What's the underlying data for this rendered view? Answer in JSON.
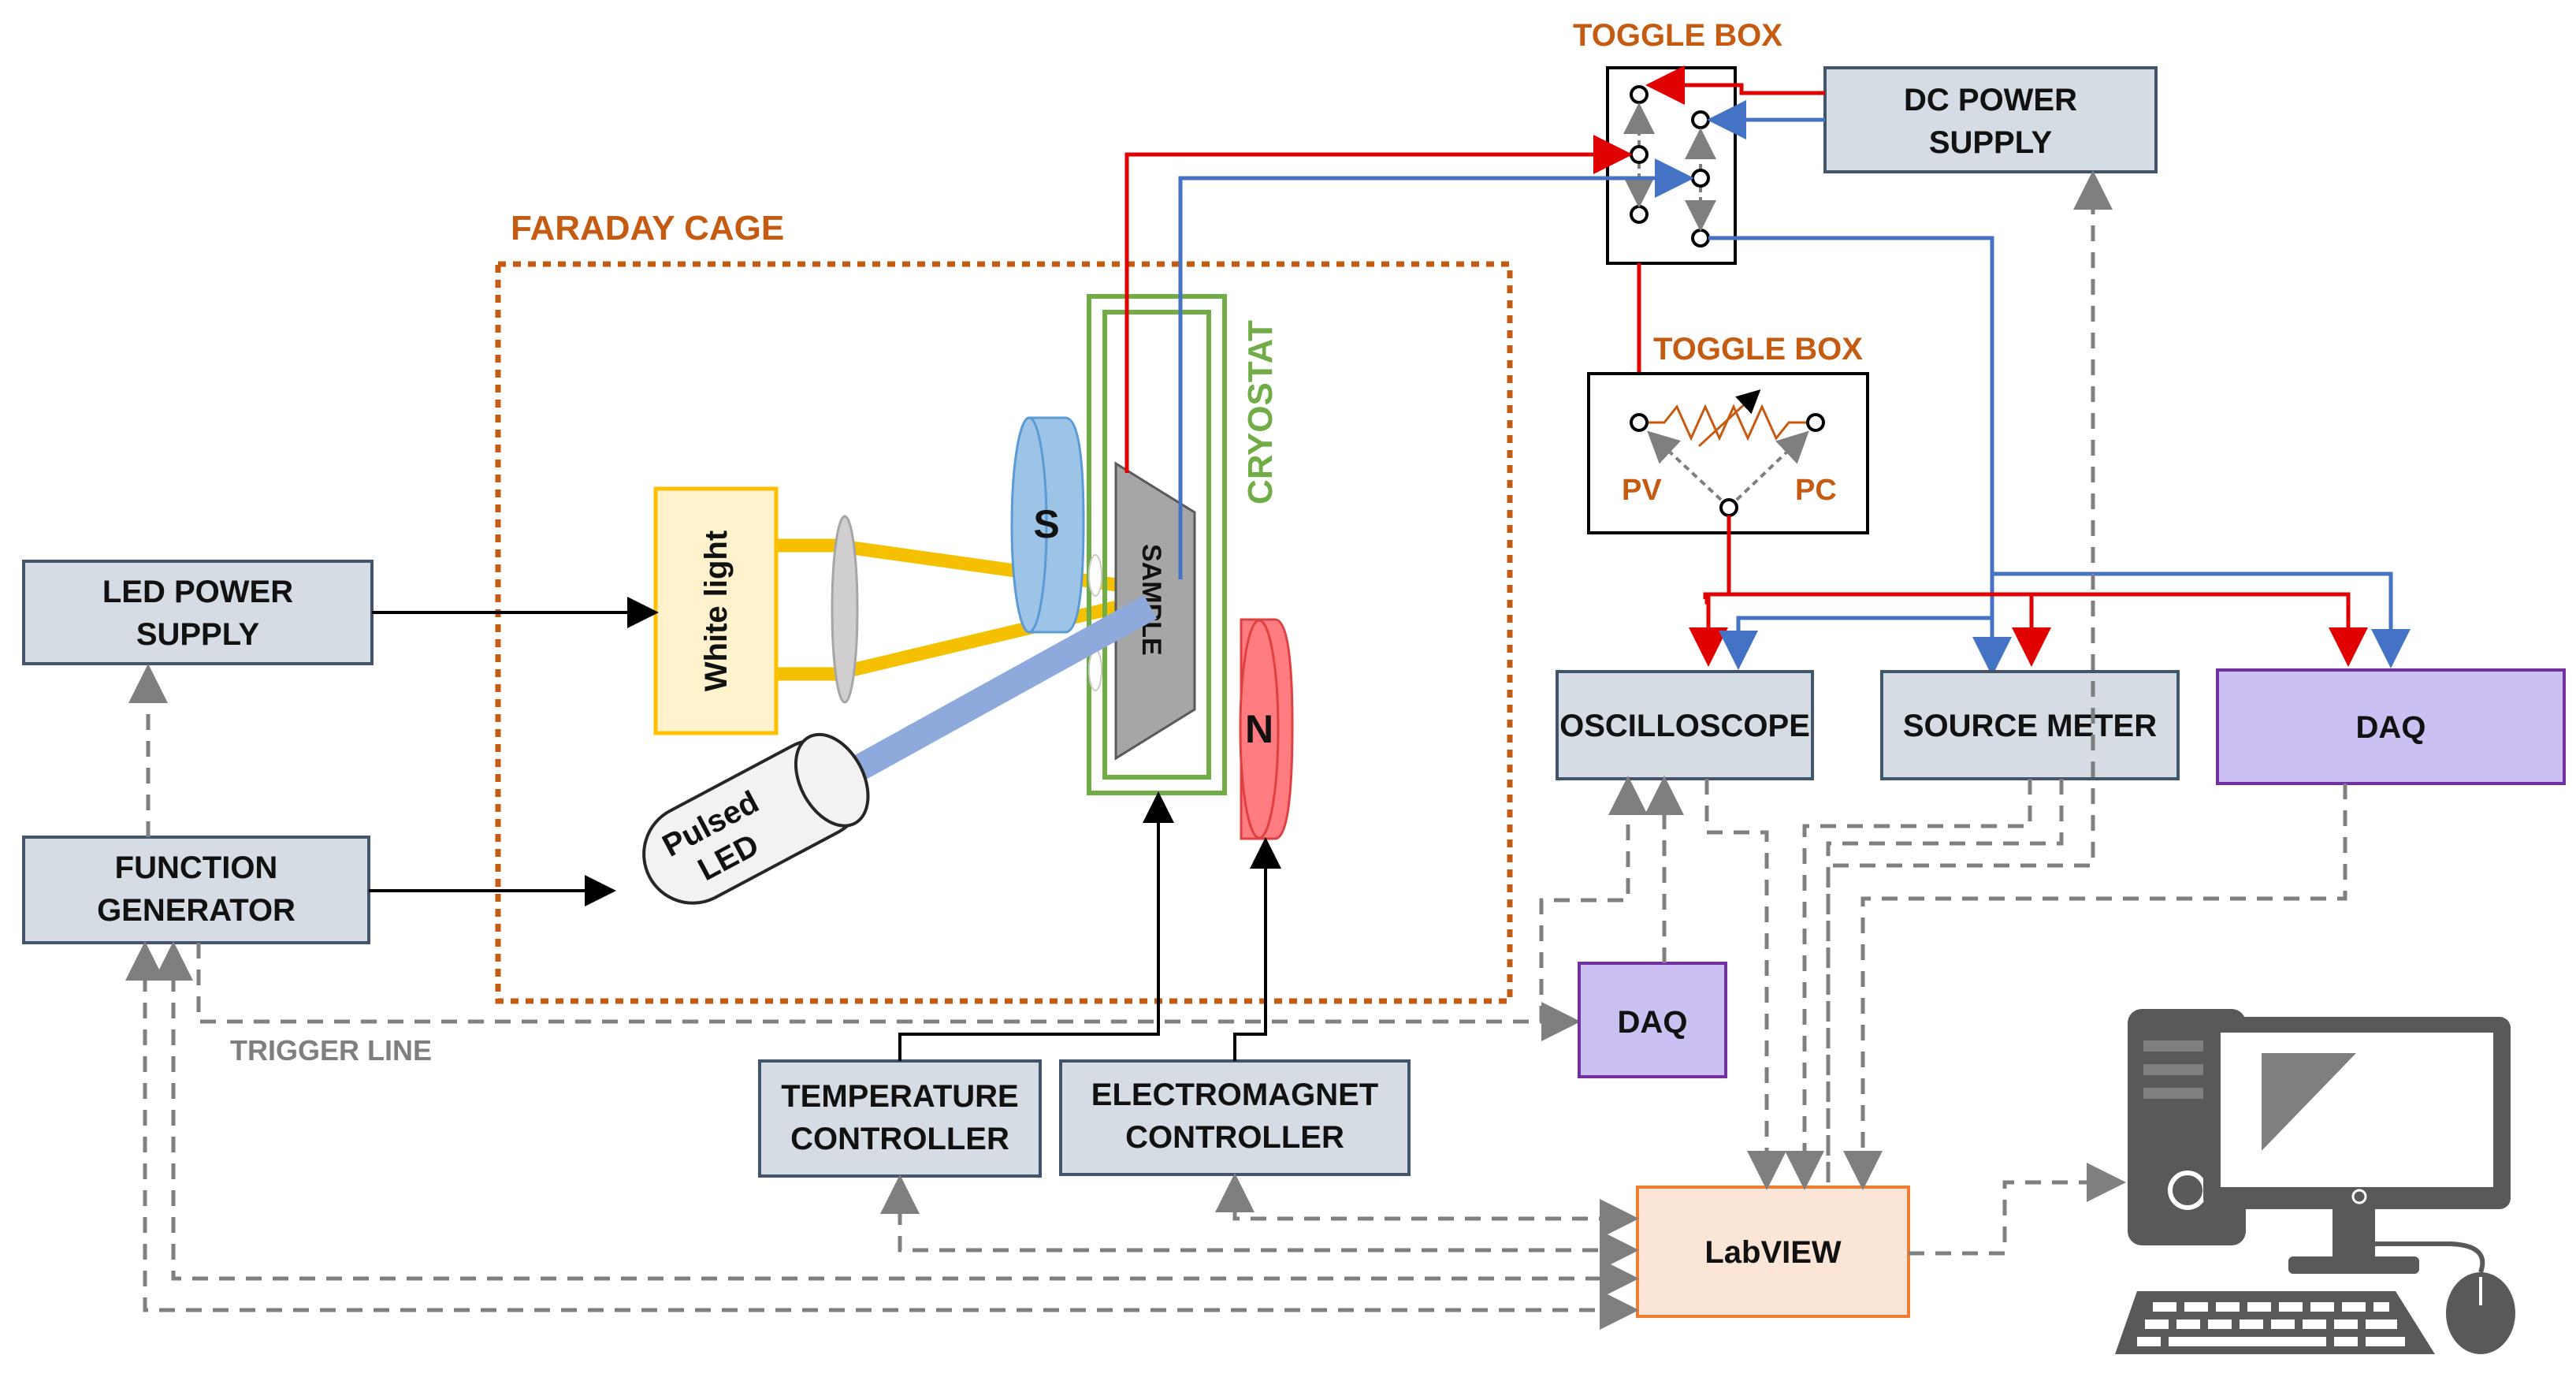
{
  "labels": {
    "faraday_cage": "FARADAY CAGE",
    "cryostat": "CRYOSTAT",
    "toggle_box_top": "TOGGLE BOX",
    "toggle_box_mid": "TOGGLE BOX",
    "trigger_line": "TRIGGER LINE",
    "pv": "PV",
    "pc": "PC",
    "magnet_s": "S",
    "magnet_n": "N",
    "sample": "SAMPLE"
  },
  "boxes": {
    "led_power_supply": [
      "LED POWER",
      "SUPPLY"
    ],
    "function_generator": [
      "FUNCTION",
      "GENERATOR"
    ],
    "white_light": "White light",
    "pulsed_led": [
      "Pulsed",
      "LED"
    ],
    "dc_power_supply": [
      "DC POWER",
      "SUPPLY"
    ],
    "oscilloscope": "OSCILLOSCOPE",
    "source_meter": "SOURCE METER",
    "daq_right": "DAQ",
    "daq_small": "DAQ",
    "temperature_controller": [
      "TEMPERATURE",
      "CONTROLLER"
    ],
    "electromagnet_controller": [
      "ELECTROMAGNET",
      "CONTROLLER"
    ],
    "labview": "LabVIEW"
  },
  "colors": {
    "box_fill": "#d6dce4",
    "box_stroke": "#44546a",
    "daq_fill": "#ccc0f2",
    "daq_stroke": "#7030a0",
    "labview_fill": "#fbe5d6",
    "labview_stroke": "#ed7d31",
    "white_light_fill": "#fff2cc",
    "white_light_stroke": "#ffc000",
    "beam_yellow": "#f5c000",
    "beam_blue": "#8ea9db",
    "cage_orange": "#c55a11",
    "cryostat_green": "#70ad47",
    "wire_red": "#e00000",
    "wire_blue": "#4472c4",
    "dashed_gray": "#7f7f7f",
    "magnet_s": "#9dc3e6",
    "magnet_n": "#ff7c80",
    "computer_gray": "#595959"
  },
  "icons": [
    "computer-icon",
    "variable-resistor-icon",
    "lens-icon",
    "magnet-icon"
  ]
}
